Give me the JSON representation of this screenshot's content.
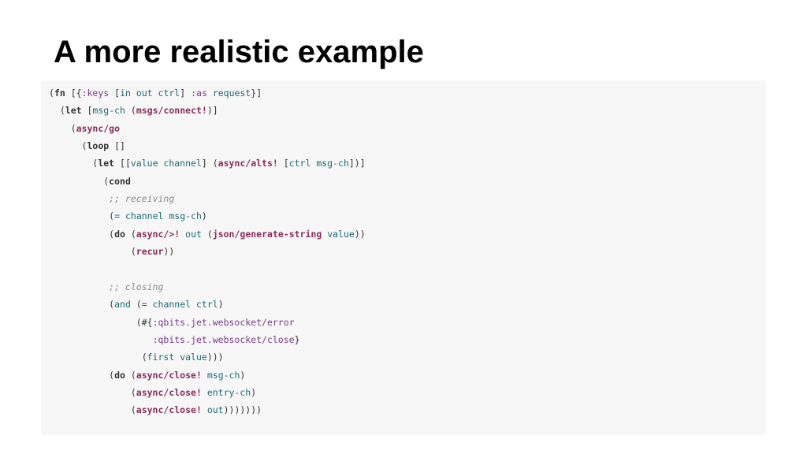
{
  "slide": {
    "title": "A more realistic example"
  },
  "code": {
    "colors": {
      "plain": "#333333",
      "special_form": "#333333",
      "function": "#8b2d5c",
      "symbol": "#1c6b78",
      "keyword": "#7b3a8c",
      "comment": "#8a8a8a",
      "background": "#f7f7f7"
    },
    "lines": [
      {
        "tokens": [
          {
            "t": "(",
            "c": "plain"
          },
          {
            "t": "fn",
            "c": "kw"
          },
          {
            "t": " [{",
            "c": "plain"
          },
          {
            "t": ":keys",
            "c": "kwd"
          },
          {
            "t": " [",
            "c": "plain"
          },
          {
            "t": "in out ctrl",
            "c": "sym"
          },
          {
            "t": "] ",
            "c": "plain"
          },
          {
            "t": ":as",
            "c": "kwd"
          },
          {
            "t": " ",
            "c": "plain"
          },
          {
            "t": "request",
            "c": "sym"
          },
          {
            "t": "}]",
            "c": "plain"
          }
        ]
      },
      {
        "tokens": [
          {
            "t": "  (",
            "c": "plain"
          },
          {
            "t": "let",
            "c": "kw"
          },
          {
            "t": " [",
            "c": "plain"
          },
          {
            "t": "msg-ch",
            "c": "sym"
          },
          {
            "t": " (",
            "c": "plain"
          },
          {
            "t": "msgs/connect!",
            "c": "fn"
          },
          {
            "t": ")]",
            "c": "plain"
          }
        ]
      },
      {
        "tokens": [
          {
            "t": "    (",
            "c": "plain"
          },
          {
            "t": "async/go",
            "c": "fn"
          }
        ]
      },
      {
        "tokens": [
          {
            "t": "      (",
            "c": "plain"
          },
          {
            "t": "loop",
            "c": "kw"
          },
          {
            "t": " []",
            "c": "plain"
          }
        ]
      },
      {
        "tokens": [
          {
            "t": "        (",
            "c": "plain"
          },
          {
            "t": "let",
            "c": "kw"
          },
          {
            "t": " [[",
            "c": "plain"
          },
          {
            "t": "value channel",
            "c": "sym"
          },
          {
            "t": "] (",
            "c": "plain"
          },
          {
            "t": "async/alts!",
            "c": "fn"
          },
          {
            "t": " [",
            "c": "plain"
          },
          {
            "t": "ctrl msg-ch",
            "c": "sym"
          },
          {
            "t": "])]",
            "c": "plain"
          }
        ]
      },
      {
        "tokens": [
          {
            "t": "          (",
            "c": "plain"
          },
          {
            "t": "cond",
            "c": "kw"
          }
        ]
      },
      {
        "tokens": [
          {
            "t": "           ;; receiving",
            "c": "comment"
          }
        ]
      },
      {
        "tokens": [
          {
            "t": "           (",
            "c": "plain"
          },
          {
            "t": "=",
            "c": "sym"
          },
          {
            "t": " ",
            "c": "plain"
          },
          {
            "t": "channel msg-ch",
            "c": "sym"
          },
          {
            "t": ")",
            "c": "plain"
          }
        ]
      },
      {
        "tokens": [
          {
            "t": "           (",
            "c": "plain"
          },
          {
            "t": "do",
            "c": "kw"
          },
          {
            "t": " (",
            "c": "plain"
          },
          {
            "t": "async/>!",
            "c": "fn"
          },
          {
            "t": " ",
            "c": "plain"
          },
          {
            "t": "out",
            "c": "sym"
          },
          {
            "t": " (",
            "c": "plain"
          },
          {
            "t": "json/generate-string",
            "c": "fn"
          },
          {
            "t": " ",
            "c": "plain"
          },
          {
            "t": "value",
            "c": "sym"
          },
          {
            "t": "))",
            "c": "plain"
          }
        ]
      },
      {
        "tokens": [
          {
            "t": "               (",
            "c": "plain"
          },
          {
            "t": "recur",
            "c": "fn"
          },
          {
            "t": "))",
            "c": "plain"
          }
        ]
      },
      {
        "tokens": [
          {
            "t": "",
            "c": "plain"
          }
        ]
      },
      {
        "tokens": [
          {
            "t": "           ;; closing",
            "c": "comment"
          }
        ]
      },
      {
        "tokens": [
          {
            "t": "           (",
            "c": "plain"
          },
          {
            "t": "and",
            "c": "sym"
          },
          {
            "t": " (",
            "c": "plain"
          },
          {
            "t": "=",
            "c": "sym"
          },
          {
            "t": " ",
            "c": "plain"
          },
          {
            "t": "channel ctrl",
            "c": "sym"
          },
          {
            "t": ")",
            "c": "plain"
          }
        ]
      },
      {
        "tokens": [
          {
            "t": "                (#{",
            "c": "plain"
          },
          {
            "t": ":qbits.jet.websocket/error",
            "c": "kwd"
          }
        ]
      },
      {
        "tokens": [
          {
            "t": "                   ",
            "c": "plain"
          },
          {
            "t": ":qbits.jet.websocket/close",
            "c": "kwd"
          },
          {
            "t": "}",
            "c": "plain"
          }
        ]
      },
      {
        "tokens": [
          {
            "t": "                 (",
            "c": "plain"
          },
          {
            "t": "first",
            "c": "sym"
          },
          {
            "t": " ",
            "c": "plain"
          },
          {
            "t": "value",
            "c": "sym"
          },
          {
            "t": ")))",
            "c": "plain"
          }
        ]
      },
      {
        "tokens": [
          {
            "t": "           (",
            "c": "plain"
          },
          {
            "t": "do",
            "c": "kw"
          },
          {
            "t": " (",
            "c": "plain"
          },
          {
            "t": "async/close!",
            "c": "fn"
          },
          {
            "t": " ",
            "c": "plain"
          },
          {
            "t": "msg-ch",
            "c": "sym"
          },
          {
            "t": ")",
            "c": "plain"
          }
        ]
      },
      {
        "tokens": [
          {
            "t": "               (",
            "c": "plain"
          },
          {
            "t": "async/close!",
            "c": "fn"
          },
          {
            "t": " ",
            "c": "plain"
          },
          {
            "t": "entry-ch",
            "c": "sym"
          },
          {
            "t": ")",
            "c": "plain"
          }
        ]
      },
      {
        "tokens": [
          {
            "t": "               (",
            "c": "plain"
          },
          {
            "t": "async/close!",
            "c": "fn"
          },
          {
            "t": " ",
            "c": "plain"
          },
          {
            "t": "out",
            "c": "sym"
          },
          {
            "t": ")))))))",
            "c": "plain"
          }
        ]
      }
    ]
  }
}
